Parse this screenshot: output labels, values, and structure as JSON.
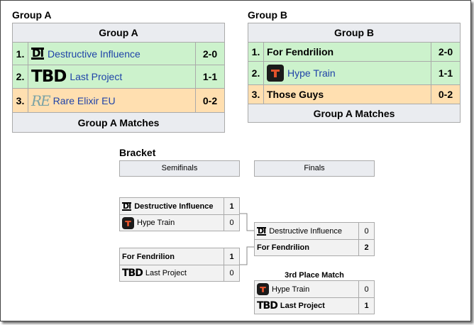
{
  "group_a": {
    "heading": "Group A",
    "title": "Group A",
    "footer": "Group A Matches",
    "rows": [
      {
        "rank": "1.",
        "team": "Destructive Influence",
        "score": "2-0",
        "logo": "di-logo-icon",
        "status": "advanced"
      },
      {
        "rank": "2.",
        "team": "Last Project",
        "score": "1-1",
        "logo": "tbd-logo-icon",
        "status": "advanced"
      },
      {
        "rank": "3.",
        "team": "Rare Elixir EU",
        "score": "0-2",
        "logo": "re-logo-icon",
        "status": "eliminated"
      }
    ]
  },
  "group_b": {
    "heading": "Group B",
    "title": "Group B",
    "footer": "Group A Matches",
    "rows": [
      {
        "rank": "1.",
        "team": "For Fendrilion",
        "score": "2-0",
        "status": "advanced"
      },
      {
        "rank": "2.",
        "team": "Hype Train",
        "score": "1-1",
        "logo": "hype-train-logo-icon",
        "status": "advanced"
      },
      {
        "rank": "3.",
        "team": "Those Guys",
        "score": "0-2",
        "status": "eliminated"
      }
    ]
  },
  "bracket": {
    "heading": "Bracket",
    "rounds": [
      "Semifinals",
      "Finals"
    ],
    "semi1": [
      {
        "team": "Destructive Influence",
        "score": "1",
        "logo": "di-logo-icon",
        "winner": true
      },
      {
        "team": "Hype Train",
        "score": "0",
        "logo": "hype-train-logo-icon",
        "winner": false
      }
    ],
    "semi2": [
      {
        "team": "For Fendrilion",
        "score": "1",
        "winner": true
      },
      {
        "team": "Last Project",
        "score": "0",
        "logo": "tbd-logo-icon",
        "winner": false
      }
    ],
    "final": [
      {
        "team": "Destructive Influence",
        "score": "0",
        "logo": "di-logo-icon",
        "winner": false
      },
      {
        "team": "For Fendrilion",
        "score": "2",
        "winner": true
      }
    ],
    "third_place": {
      "label": "3rd Place Match",
      "slots": [
        {
          "team": "Hype Train",
          "score": "0",
          "logo": "hype-train-logo-icon",
          "winner": false
        },
        {
          "team": "Last Project",
          "score": "1",
          "logo": "tbd-logo-icon",
          "winner": true
        }
      ]
    }
  },
  "logos": {
    "di": "DI",
    "tbd": "TBD",
    "re": "RE"
  },
  "colors": {
    "advanced": "#ccf2cc",
    "eliminated": "#ffdfb0",
    "header": "#eaecf0",
    "link": "#1f43a8"
  }
}
